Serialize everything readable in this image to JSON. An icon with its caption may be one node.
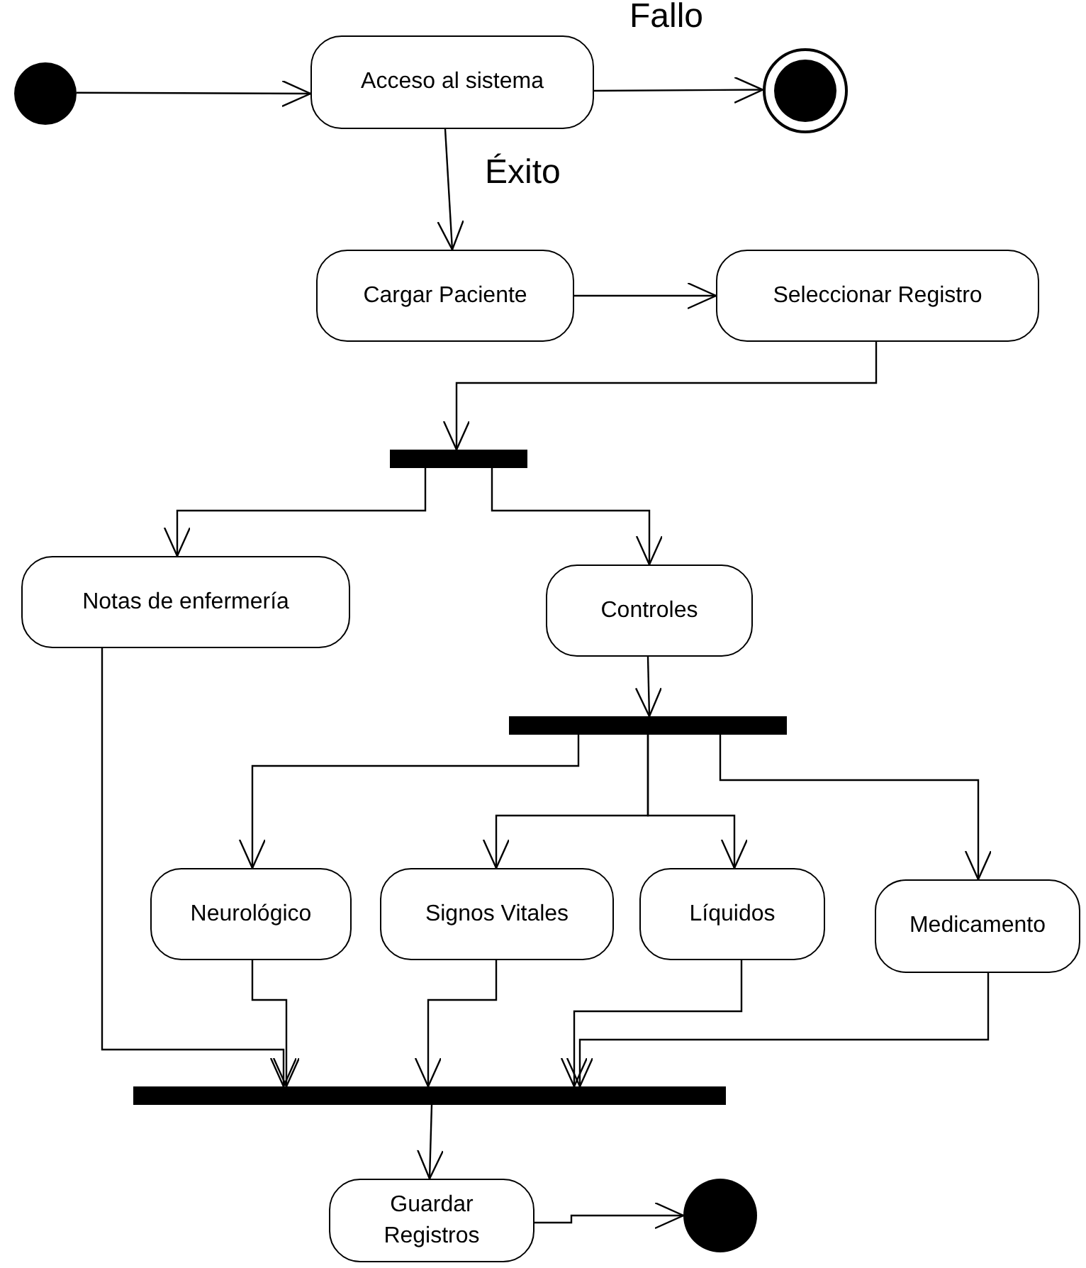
{
  "diagram": {
    "nodes": [
      {
        "text": [],
        "shape": "circle"
      },
      {
        "text": [
          "Acceso al sistema"
        ]
      },
      {
        "text": [],
        "shape": "bullseye"
      },
      {
        "text": [
          "Cargar Paciente"
        ]
      },
      {
        "text": [
          "Seleccionar Registro"
        ]
      },
      {
        "text": [],
        "shape": "bar"
      },
      {
        "text": [
          "Notas de enfermería"
        ]
      },
      {
        "text": [
          "Controles"
        ]
      },
      {
        "text": [],
        "shape": "bar"
      },
      {
        "text": [
          "Neurológico"
        ]
      },
      {
        "text": [
          "Signos Vitales"
        ]
      },
      {
        "text": [
          "Líquidos"
        ]
      },
      {
        "text": [
          "Medicamento"
        ]
      },
      {
        "text": [],
        "shape": "bar"
      },
      {
        "text": [
          "Guardar Registros"
        ]
      },
      {
        "text": [],
        "shape": "circle"
      }
    ],
    "edges": [
      {
        "from": 0,
        "to": 1,
        "arrow": "to"
      },
      {
        "from": 1,
        "to": 2,
        "arrow": "to",
        "label": "Fallo"
      },
      {
        "from": 1,
        "to": 3,
        "arrow": "to",
        "label": "Éxito"
      },
      {
        "from": 3,
        "to": 4,
        "arrow": "to"
      },
      {
        "from": 4,
        "to": 5,
        "arrow": "to"
      },
      {
        "from": 5,
        "to": 6,
        "arrow": "to"
      },
      {
        "from": 5,
        "to": 7,
        "arrow": "to"
      },
      {
        "from": 7,
        "to": 8,
        "arrow": "to"
      },
      {
        "from": 8,
        "to": 9,
        "arrow": "to"
      },
      {
        "from": 8,
        "to": 10,
        "arrow": "to"
      },
      {
        "from": 8,
        "to": 11,
        "arrow": "to"
      },
      {
        "from": 8,
        "to": 12,
        "arrow": "to"
      },
      {
        "from": 6,
        "to": 13,
        "arrow": "to"
      },
      {
        "from": 9,
        "to": 13,
        "arrow": "to"
      },
      {
        "from": 10,
        "to": 13,
        "arrow": "to"
      },
      {
        "from": 11,
        "to": 13,
        "arrow": "to"
      },
      {
        "from": 12,
        "to": 13,
        "arrow": "to"
      },
      {
        "from": 13,
        "to": 14,
        "arrow": "to"
      },
      {
        "from": 14,
        "to": 15,
        "arrow": "to"
      }
    ]
  }
}
